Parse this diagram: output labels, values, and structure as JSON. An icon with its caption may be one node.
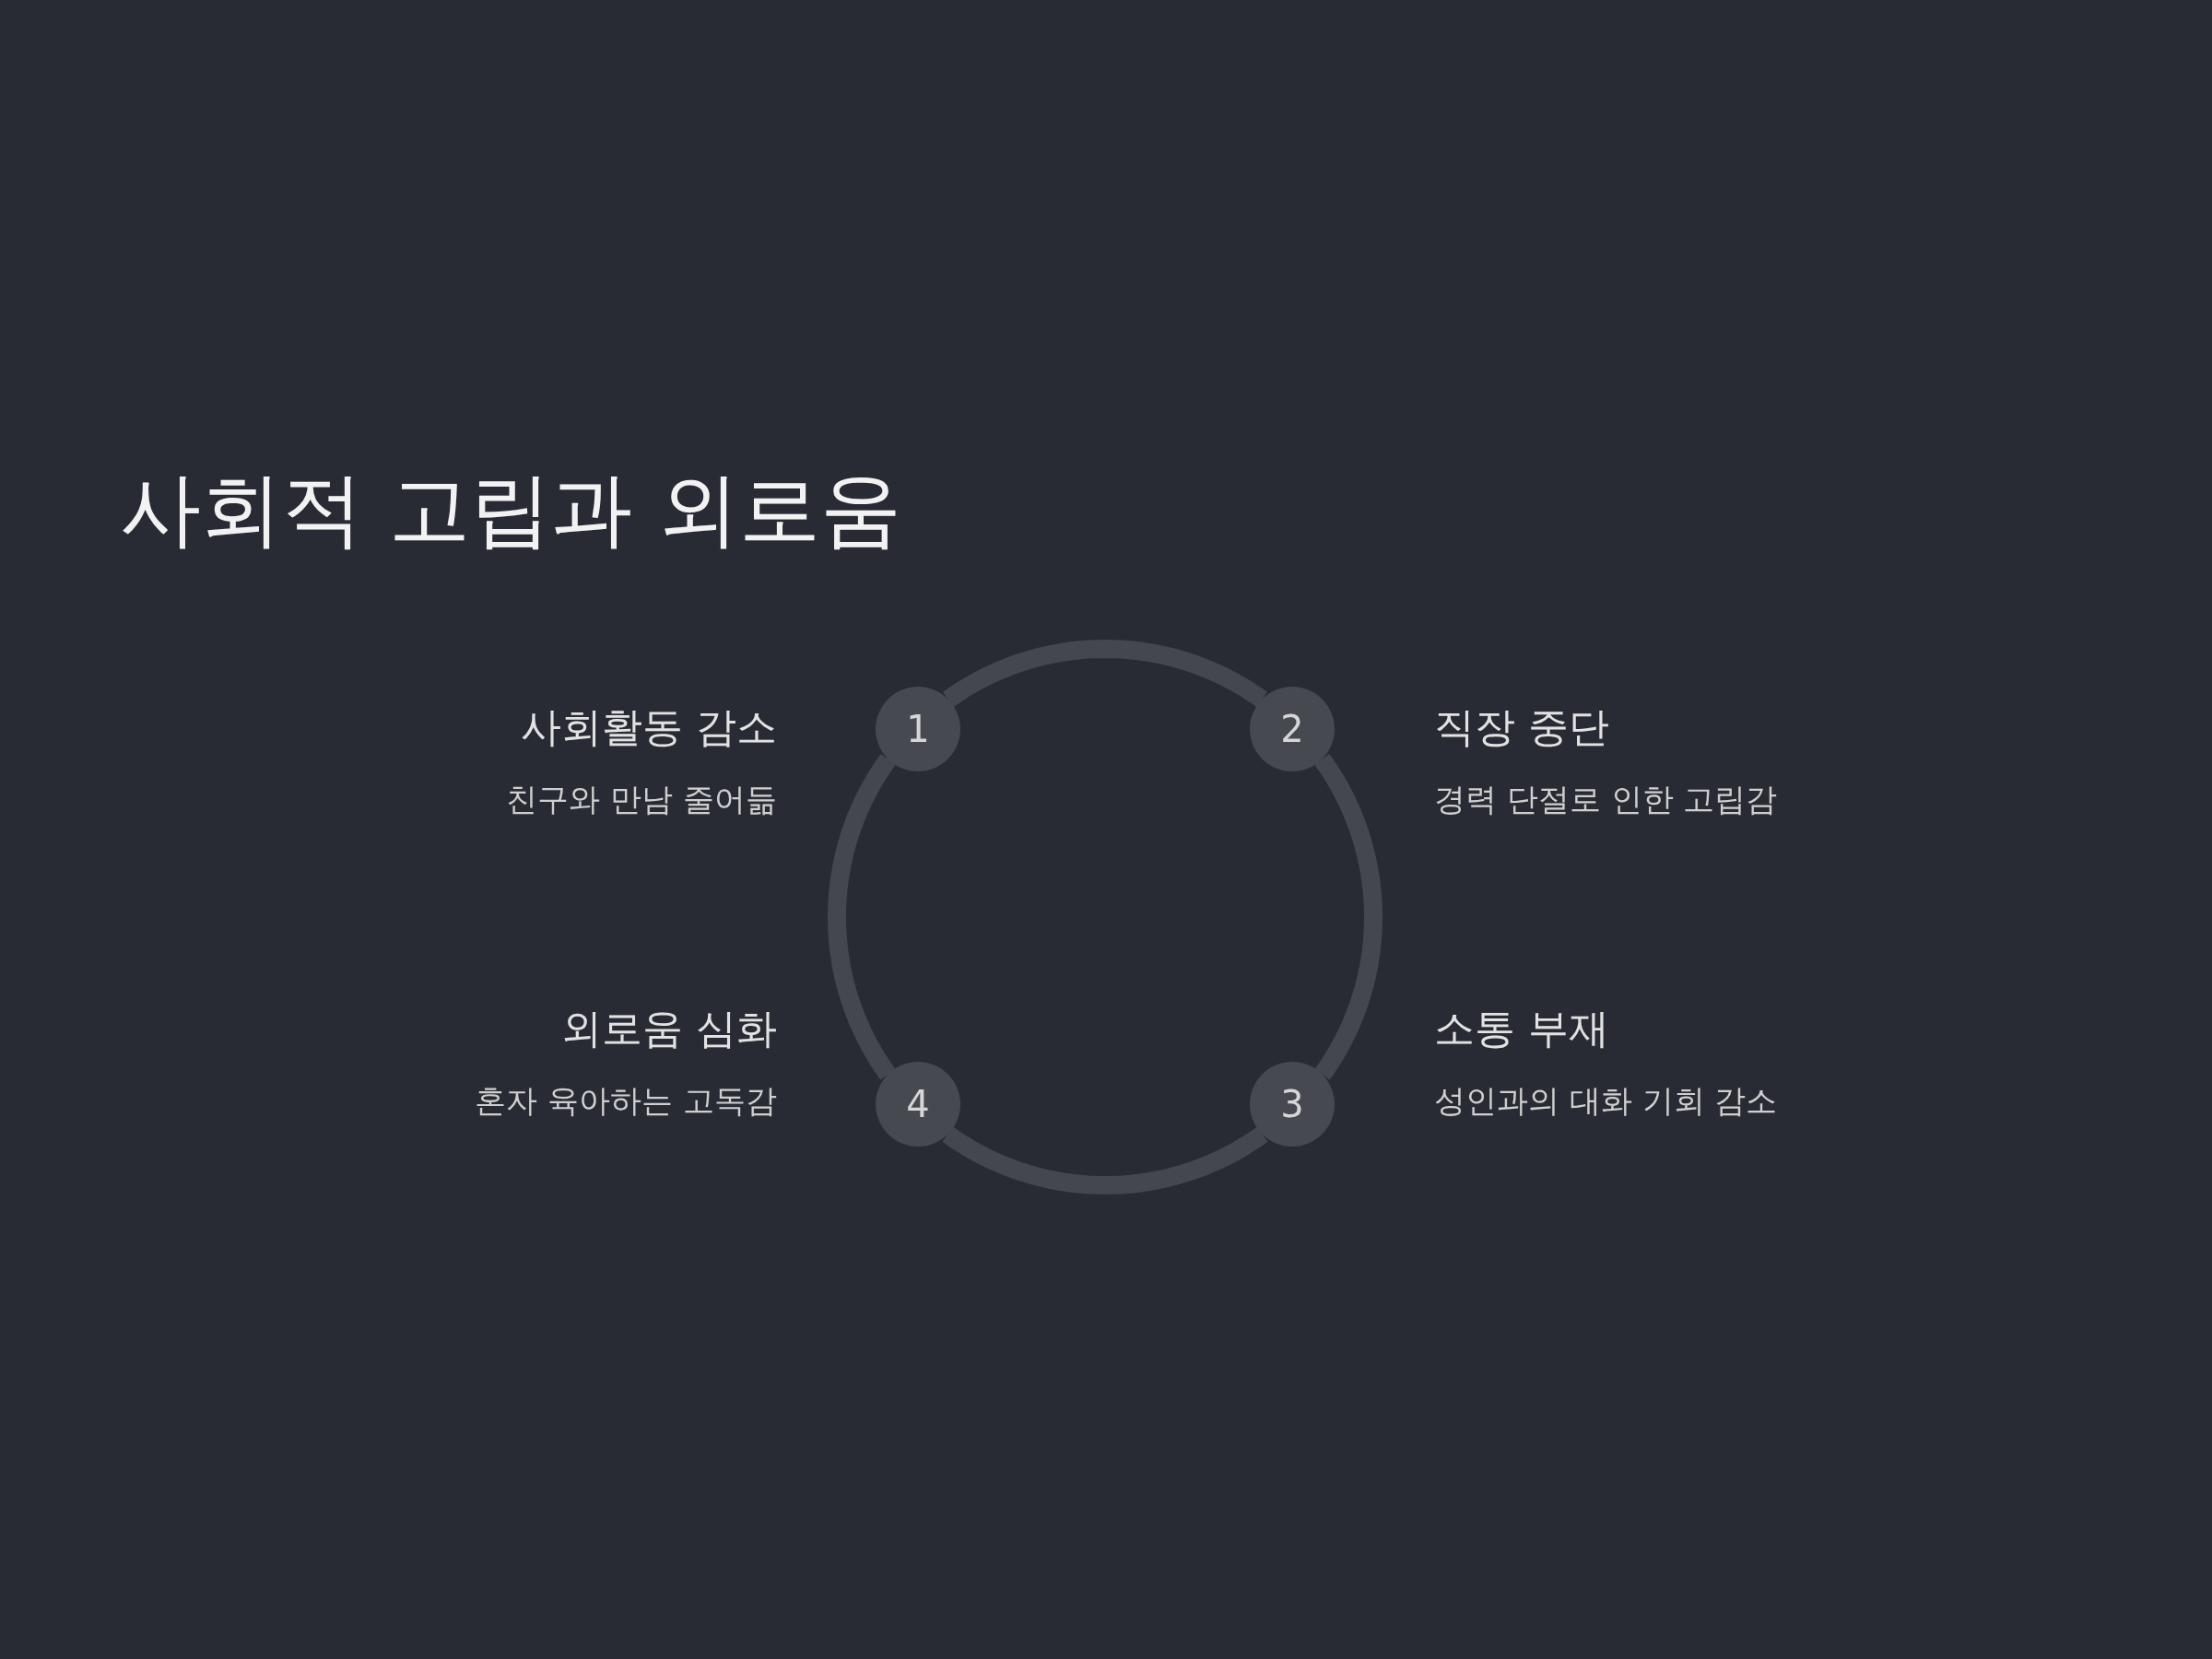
{
  "diagram": {
    "title": "사회적 고립과 외로움",
    "nodes": [
      {
        "text": [
          "1"
        ],
        "beside": [
          "사회활동 감소",
          "친구와 만남 줄어듦"
        ]
      },
      {
        "text": [
          "2"
        ],
        "beside": [
          "직장 중단",
          "경력 단절로 인한 고립감"
        ]
      },
      {
        "text": [
          "3"
        ],
        "beside": [
          "소통 부재",
          "성인과의 대화 기회 감소"
        ]
      },
      {
        "text": [
          "4"
        ],
        "beside": [
          "외로움 심화",
          "혼자 육아하는 고독감"
        ]
      }
    ],
    "edges": [
      {
        "from": 0,
        "to": 1,
        "arrow": "none"
      },
      {
        "from": 1,
        "to": 2,
        "arrow": "none"
      },
      {
        "from": 2,
        "to": 3,
        "arrow": "none"
      },
      {
        "from": 3,
        "to": 0,
        "arrow": "none"
      }
    ]
  }
}
